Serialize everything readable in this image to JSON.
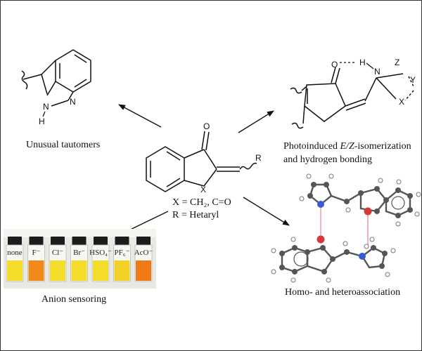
{
  "center": {
    "atom_O": "O",
    "atom_X": "X",
    "atom_R": "R",
    "def_x": "X = CH₂, C=O",
    "def_r": "R = Hetaryl"
  },
  "panels": {
    "tautomers": {
      "caption": "Unusual tautomers",
      "atom_N1": "N",
      "atom_N2": "N",
      "atom_H": "H"
    },
    "isomerization": {
      "caption_line1_pre": "Photoinduced ",
      "caption_line1_em": "E/Z",
      "caption_line1_post": "-isomerization",
      "caption_line2": "and hydrogen bonding",
      "atom_O": "O",
      "atom_H": "H",
      "atom_N": "N",
      "atom_Z": "Z",
      "atom_Y": "Y",
      "atom_X": "X"
    },
    "sensing": {
      "caption": "Anion sensoring",
      "vials": [
        {
          "label": "none",
          "color": "#f4dc2a"
        },
        {
          "label": "F⁻",
          "color": "#f08a1a"
        },
        {
          "label": "Cl⁻",
          "color": "#f4dc2a"
        },
        {
          "label": "Br⁻",
          "color": "#f4dc2a"
        },
        {
          "label": "HSO₄⁻",
          "color": "#f4dc2a"
        },
        {
          "label": "PF₆⁻",
          "color": "#f2d226"
        },
        {
          "label": "AcO⁻",
          "color": "#ef7a16"
        }
      ]
    },
    "association": {
      "caption": "Homo- and heteroassociation"
    }
  }
}
